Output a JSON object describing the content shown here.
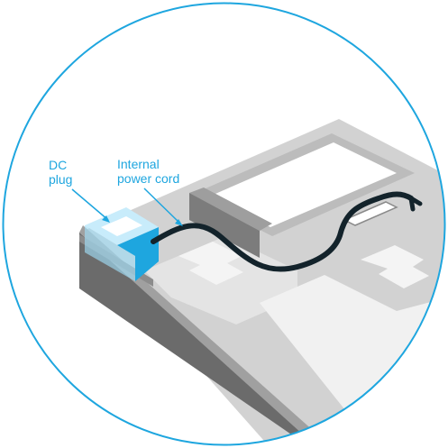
{
  "callouts": {
    "dc_plug": {
      "line1": "DC",
      "line2": "plug"
    },
    "power_cord": {
      "line1": "Internal",
      "line2": "power cord"
    }
  },
  "colors": {
    "accent": "#1ea6df",
    "cord": "#13232b",
    "chassis_light": "#d0d0d0",
    "chassis_mid": "#bdbdbd",
    "chassis_dark": "#6e6e6e"
  }
}
